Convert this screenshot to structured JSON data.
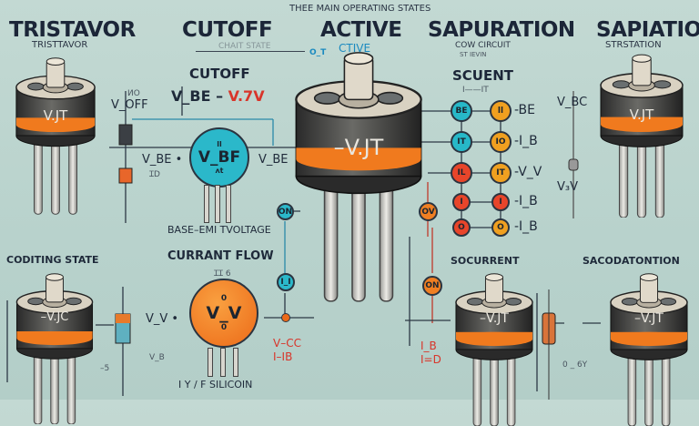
{
  "header": {
    "subtitle": "THEE MAIN OPERATING STATES",
    "titles": [
      "TRISTAVOR",
      "CUTOFF",
      "ACTIVE",
      "SAPURATION",
      "SAPIATION"
    ],
    "subtitles": [
      "TRISTTAVOR",
      "CHAIT STATE",
      "CTIVE",
      "COW CIRCUIT",
      "STRSTATION"
    ],
    "marker_left": "O_T",
    "subtitle_line2": "ST IEVIN"
  },
  "cutoff_panel": {
    "heading": "CUTOFF",
    "equation_left": "V_BE –",
    "equation_value": "V.7V",
    "v_off_top": "ИO",
    "v_off": "V_OFF",
    "circle_label": "V_BF",
    "circle_top": "ll",
    "circle_bottom": "ʌt",
    "left_label": "V_BE •",
    "left_sub": "ꞮD",
    "right_label": "V_BE",
    "caption": "BASE–EMI TVOLTAGE",
    "color": "#27b8c8"
  },
  "current_panel": {
    "heading": "CURRANT FLOW",
    "top_label": "ꞮꞮ 6",
    "circle_label": "V_V",
    "circle_top": "0",
    "circle_bottom": "0",
    "left_label": "V_V •",
    "left_sub": "V_B",
    "right_red_1": "V–CC",
    "right_red_2": "I–IB",
    "caption": "I  Y  /  F  SILICOIN",
    "color": "#f07f22"
  },
  "left_bottom": {
    "heading": "CODITING STATE",
    "small": "–5"
  },
  "scent_panel": {
    "heading": "SCUENT",
    "scale": "I——IT",
    "rows": [
      {
        "a": "BE",
        "b": "ll",
        "label": "-BE",
        "ca": "#27b8c8",
        "cb": "#f0a020"
      },
      {
        "a": "IT",
        "b": "IO",
        "label": "-I_B",
        "ca": "#27b8c8",
        "cb": "#f0a020"
      },
      {
        "a": "IL",
        "b": "IT",
        "label": "-V_V",
        "ca": "#e8452a",
        "cb": "#f0a020"
      },
      {
        "a": "I",
        "b": "I",
        "label": "-I_B",
        "ca": "#e8452a",
        "cb": "#e8452a"
      },
      {
        "a": "O",
        "b": "O",
        "label": "-I_B",
        "ca": "#e8452a",
        "cb": "#f0a020"
      }
    ]
  },
  "center_nodes": {
    "on_left": "ON",
    "on_right": "OV",
    "i_node": "I_I",
    "on_bottom": "ON",
    "ib_1": "I_B",
    "ib_2": "I=D"
  },
  "right_panel": {
    "v_bc": "V_BC",
    "v3v": "V₃V",
    "sub": "0 _ 6Y"
  },
  "bottom_mid": {
    "heading": "SOCURRENT"
  },
  "bottom_right": {
    "heading": "SACODATONTION"
  },
  "transistors": [
    {
      "label": "V.JT"
    },
    {
      "label": "–V.JT"
    },
    {
      "label": "V.JT"
    },
    {
      "label": "–V.JC"
    },
    {
      "label": "–V.JT"
    },
    {
      "label": "–V.JT"
    }
  ],
  "colors": {
    "background": "#bcd5cf",
    "band": "#f07a1e",
    "cyan": "#27b8c8",
    "orange": "#f07f22",
    "red": "#e8452a"
  }
}
